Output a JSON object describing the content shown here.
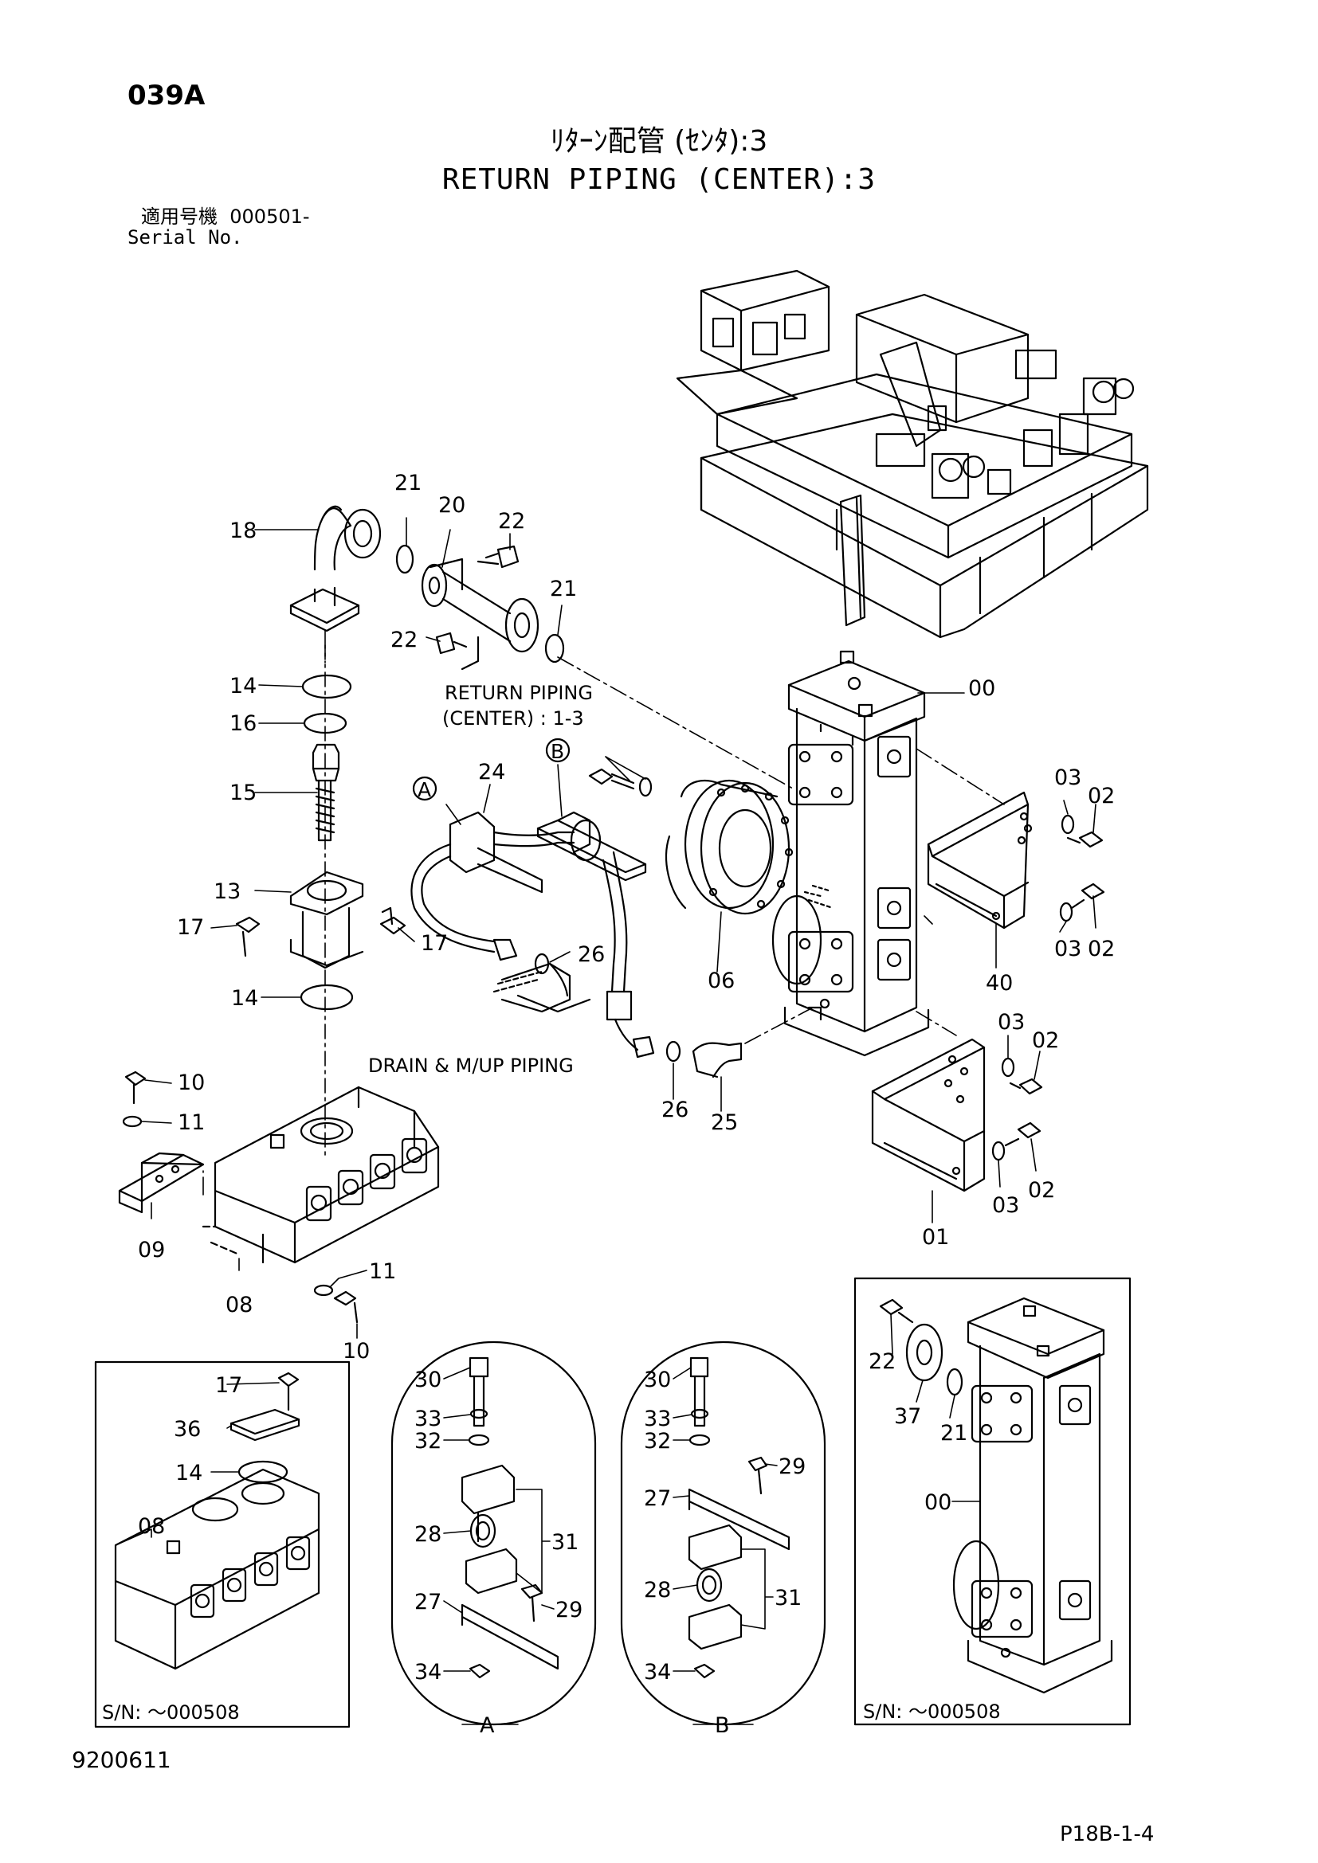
{
  "page_code": "039A",
  "title_jp": "ﾘﾀｰﾝ配管 (ｾﾝﾀ):3",
  "title_en": "RETURN PIPING (CENTER):3",
  "serial": {
    "label_jp": "適用号機",
    "range": "000501-",
    "label_en": "Serial No."
  },
  "doc_number": "9200611",
  "sheet_number": "P18B-1-4",
  "notes": {
    "return_piping_line1": "RETURN PIPING",
    "return_piping_line2": "(CENTER) : 1-3",
    "drain_piping": "DRAIN & M/UP PIPING",
    "sn_left": "S/N: ～000508",
    "sn_right": "S/N: ～000508",
    "detail_a": "A",
    "detail_b": "B",
    "callout_a": "A",
    "callout_b": "B"
  },
  "part_labels": {
    "p00": "00",
    "p01": "01",
    "p02": "02",
    "p03": "03",
    "p06": "06",
    "p08": "08",
    "p09": "09",
    "p10": "10",
    "p11": "11",
    "p13": "13",
    "p14": "14",
    "p15": "15",
    "p16": "16",
    "p17": "17",
    "p18": "18",
    "p20": "20",
    "p21": "21",
    "p22": "22",
    "p24": "24",
    "p25": "25",
    "p26": "26",
    "p27": "27",
    "p28": "28",
    "p29": "29",
    "p30": "30",
    "p31": "31",
    "p32": "32",
    "p33": "33",
    "p34": "34",
    "p36": "36",
    "p37": "37",
    "p40": "40"
  }
}
